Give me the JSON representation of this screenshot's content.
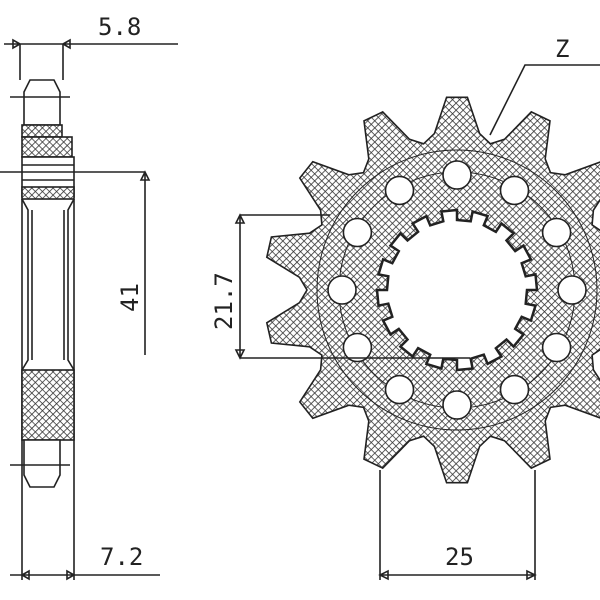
{
  "dimensions": {
    "top_width": "5.8",
    "bottom_width": "7.2",
    "hub_height": "41",
    "spline_diameter": "21.7",
    "bolt_spacing": "25",
    "teeth_label": "Z"
  },
  "sprocket": {
    "teeth": 14,
    "holes": 12,
    "spline_teeth": 16
  },
  "colors": {
    "line": "#222222",
    "background": "#ffffff"
  }
}
